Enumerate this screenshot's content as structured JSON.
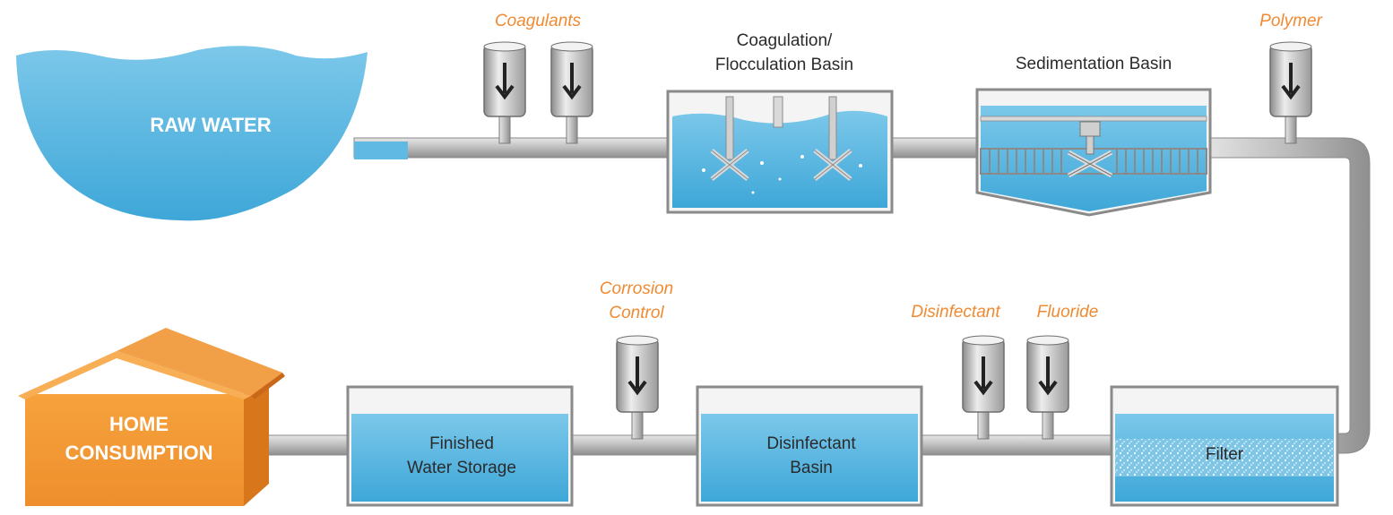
{
  "raw_water": "RAW WATER",
  "coagulants": "Coagulants",
  "coag_basin": {
    "line1": "Coagulation/",
    "line2": "Flocculation Basin"
  },
  "sed_basin": "Sedimentation Basin",
  "polymer": "Polymer",
  "filter": "Filter",
  "disinfectant_chem": "Disinfectant",
  "fluoride": "Fluoride",
  "disinfectant_basin": {
    "line1": "Disinfectant",
    "line2": "Basin"
  },
  "corrosion_control": {
    "line1": "Corrosion",
    "line2": "Control"
  },
  "storage": {
    "line1": "Finished",
    "line2": "Water Storage"
  },
  "home": {
    "line1": "HOME",
    "line2": "CONSUMPTION"
  },
  "colors": {
    "water": "#56b4e0",
    "chemical_label": "#f08a32",
    "house": "#f0952f",
    "pipe": "#b3b3b3"
  }
}
